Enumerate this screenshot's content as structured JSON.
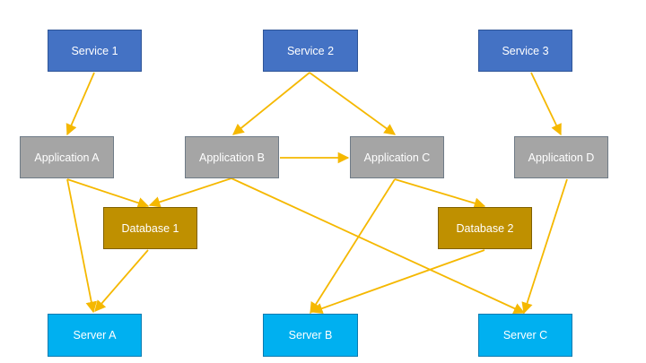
{
  "diagram": {
    "colors": {
      "service": "#4472C4",
      "application": "#A5A5A5",
      "database": "#BF9000",
      "server": "#00B0F0",
      "connector": "#F5B800"
    },
    "nodes": {
      "service1": {
        "label": "Service 1",
        "type": "service"
      },
      "service2": {
        "label": "Service 2",
        "type": "service"
      },
      "service3": {
        "label": "Service 3",
        "type": "service"
      },
      "appA": {
        "label": "Application A",
        "type": "application"
      },
      "appB": {
        "label": "Application B",
        "type": "application"
      },
      "appC": {
        "label": "Application C",
        "type": "application"
      },
      "appD": {
        "label": "Application D",
        "type": "application"
      },
      "db1": {
        "label": "Database 1",
        "type": "database"
      },
      "db2": {
        "label": "Database 2",
        "type": "database"
      },
      "serverA": {
        "label": "Server A",
        "type": "server"
      },
      "serverB": {
        "label": "Server B",
        "type": "server"
      },
      "serverC": {
        "label": "Server C",
        "type": "server"
      }
    },
    "edges": [
      {
        "from": "service1",
        "to": "appA"
      },
      {
        "from": "service2",
        "to": "appB"
      },
      {
        "from": "service2",
        "to": "appC"
      },
      {
        "from": "service3",
        "to": "appD"
      },
      {
        "from": "appB",
        "to": "appC"
      },
      {
        "from": "appA",
        "to": "db1"
      },
      {
        "from": "appB",
        "to": "db1"
      },
      {
        "from": "appA",
        "to": "serverA"
      },
      {
        "from": "db1",
        "to": "serverA"
      },
      {
        "from": "appB",
        "to": "serverC"
      },
      {
        "from": "appC",
        "to": "db2"
      },
      {
        "from": "appC",
        "to": "serverB"
      },
      {
        "from": "db2",
        "to": "serverB"
      },
      {
        "from": "appD",
        "to": "serverC"
      }
    ]
  }
}
